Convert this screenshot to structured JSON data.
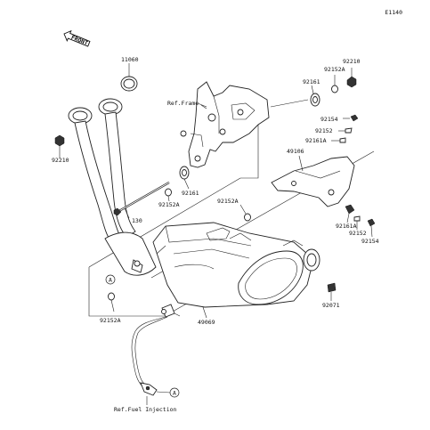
{
  "diagram_code": "E1140",
  "front_label": "FRONT",
  "ref_frame": "Ref.Frame",
  "ref_fuel": "Ref.Fuel Injection",
  "marker_a": "A",
  "parts": {
    "p11060": "11060",
    "p92210_left": "92210",
    "p130": "130",
    "p92161_mid": "92161",
    "p92152A_mid": "92152A",
    "p92152A_right": "92152A",
    "p92152A_bottom": "92152A",
    "p49069": "49069",
    "p92071": "92071",
    "p49106": "49106",
    "p92210_top": "92210",
    "p92152A_top": "92152A",
    "p92161_top": "92161",
    "p92154_top": "92154",
    "p92152_top": "92152",
    "p92161A_top": "92161A",
    "p92161A_bottom": "92161A",
    "p92152_bottom": "92152",
    "p92154_bottom": "92154"
  }
}
